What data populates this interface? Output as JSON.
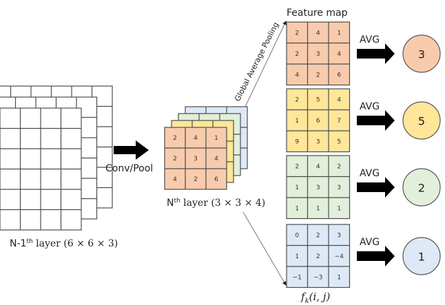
{
  "title": "Global Average Pooling diagram",
  "input_layer": {
    "label_prefix": "N-1",
    "label_sup": "th",
    "label_suffix": " layer (6 × 6 × 3)",
    "channels": 3,
    "size": 6
  },
  "conv_label": "Conv/Pool",
  "nth_layer": {
    "label_prefix": "N",
    "label_sup": "th",
    "label_suffix": " layer (3 × 3 × 4)",
    "front_values": [
      [
        2,
        4,
        1
      ],
      [
        2,
        3,
        4
      ],
      [
        4,
        2,
        6
      ]
    ]
  },
  "gap_label": "Global Average Pooling",
  "feature_map_title": "Feature map",
  "fk_label": "f",
  "fk_sub": "k",
  "fk_args": "(i, j)",
  "avg_label": "AVG",
  "feature_maps": [
    {
      "color": "#f8cbad",
      "values": [
        [
          2,
          4,
          1
        ],
        [
          2,
          3,
          4
        ],
        [
          4,
          2,
          6
        ]
      ],
      "avg": "3"
    },
    {
      "color": "#ffe699",
      "values": [
        [
          2,
          5,
          4
        ],
        [
          1,
          6,
          7
        ],
        [
          9,
          3,
          5
        ]
      ],
      "avg": "5"
    },
    {
      "color": "#e2efda",
      "values": [
        [
          2,
          4,
          2
        ],
        [
          1,
          3,
          3
        ],
        [
          1,
          1,
          1
        ]
      ],
      "avg": "2"
    },
    {
      "color": "#dde9f6",
      "values": [
        [
          0,
          2,
          3
        ],
        [
          1,
          2,
          -4
        ],
        [
          -1,
          -3,
          1
        ]
      ],
      "avg": "1"
    }
  ],
  "colors": {
    "grid_line": "#4d4d4d",
    "gap_text": "#ff0000",
    "arrow": "#000000"
  }
}
